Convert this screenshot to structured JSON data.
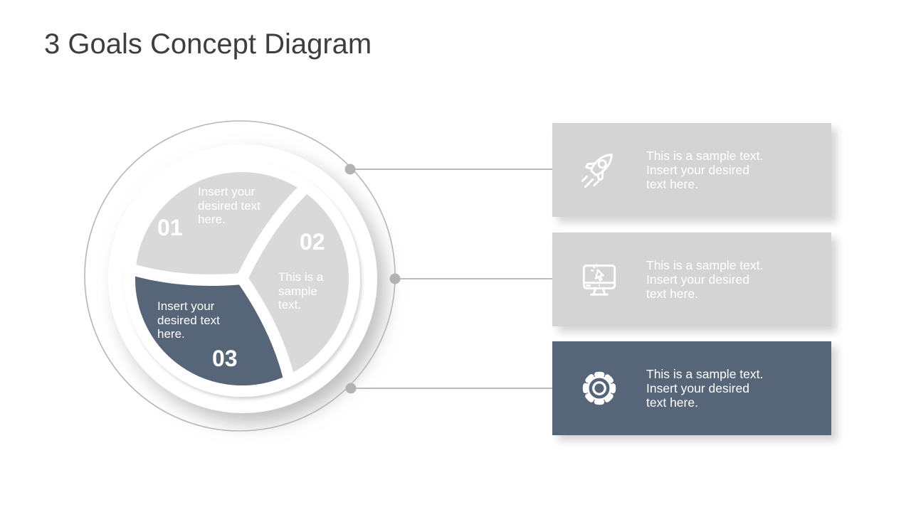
{
  "title": "3 Goals Concept Diagram",
  "pie": {
    "segments": [
      {
        "number": "01",
        "lines": [
          "Insert your",
          "desired text",
          "here."
        ]
      },
      {
        "number": "02",
        "lines": [
          "This is a",
          "sample",
          "text."
        ]
      },
      {
        "number": "03",
        "lines": [
          "Insert your",
          "desired text",
          "here."
        ]
      }
    ]
  },
  "cards": [
    {
      "icon": "rocket-icon",
      "lines": [
        "This is a sample text.",
        "Insert your desired",
        "text here."
      ]
    },
    {
      "icon": "monitor-click-icon",
      "lines": [
        "This is a sample text.",
        "Insert your desired",
        "text here."
      ]
    },
    {
      "icon": "gear-icon",
      "lines": [
        "This is a sample text.",
        "Insert your desired",
        "text here."
      ]
    }
  ],
  "colors": {
    "accent_dark": "#566577",
    "segment_gray": "#d9d9d9",
    "card_gray": "#d4d4d4",
    "connector_gray": "#b9b9b9",
    "title_text": "#3e3e3e",
    "label_text": "#ffffff"
  }
}
